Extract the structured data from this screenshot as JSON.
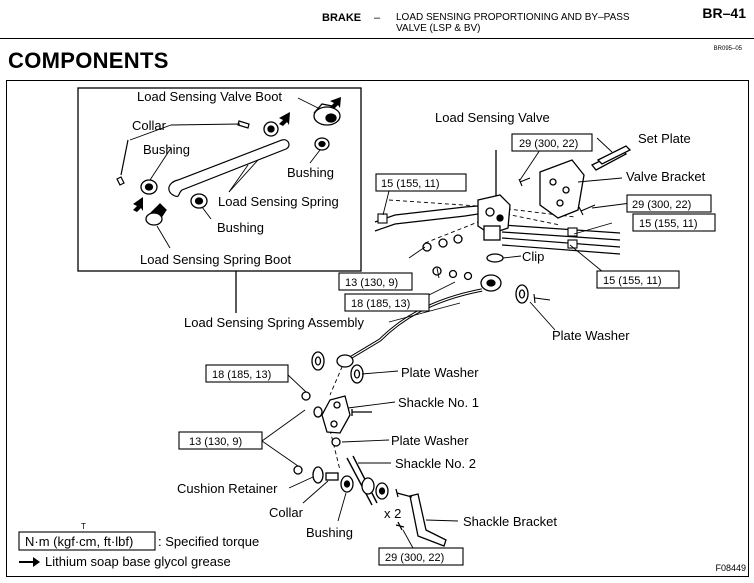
{
  "header": {
    "section": "BRAKE",
    "separator": "–",
    "title_line1": "LOAD SENSING PROPORTIONING AND BY–PASS",
    "title_line2": "VALVE (LSP & BV)",
    "page": "BR–41"
  },
  "doc_code": "BR095–05",
  "section_title": "COMPONENTS",
  "inset_labels": {
    "valve_boot": "Load Sensing Valve Boot",
    "collar": "Collar",
    "bushing_left": "Bushing",
    "bushing_right": "Bushing",
    "spring": "Load Sensing Spring",
    "bushing_bottom": "Bushing",
    "spring_boot": "Load Sensing Spring Boot"
  },
  "labels": {
    "valve": "Load Sensing Valve",
    "set_plate": "Set Plate",
    "valve_bracket": "Valve Bracket",
    "clip": "Clip",
    "plate_washer_1": "Plate Washer",
    "spring_assembly": "Load Sensing Spring Assembly",
    "plate_washer_2": "Plate Washer",
    "shackle_1": "Shackle No. 1",
    "plate_washer_3": "Plate Washer",
    "shackle_2": "Shackle No. 2",
    "cushion_retainer": "Cushion Retainer",
    "collar": "Collar",
    "bushing": "Bushing",
    "x2": "x 2",
    "shackle_bracket": "Shackle Bracket"
  },
  "torques": {
    "t1": "29 (300, 22)",
    "t2": "15 (155, 11)",
    "t3": "29 (300, 22)",
    "t4": "15 (155, 11)",
    "t5": "13 (130, 9)",
    "t6": "15 (155, 11)",
    "t7": "18 (185, 13)",
    "t8": "18 (185, 13)",
    "t9": "13 (130, 9)",
    "t10": "29 (300, 22)"
  },
  "legend": {
    "unit": "N·m (kgf·cm, ft·lbf)",
    "unit_desc": ": Specified torque",
    "grease_desc": "Lithium soap base glycol grease",
    "t_mark": "T"
  },
  "figure_code": "F08449"
}
